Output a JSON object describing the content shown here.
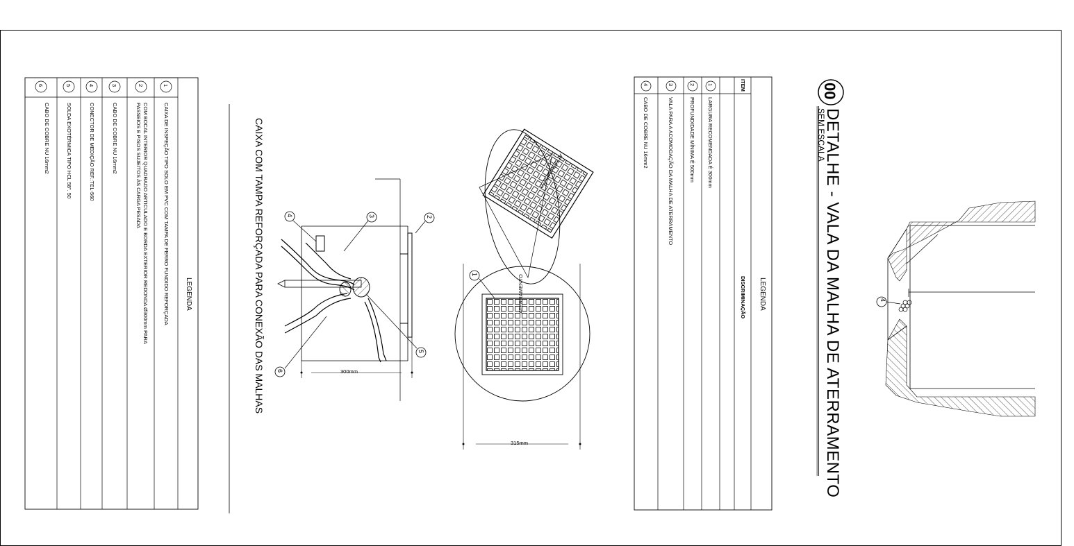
{
  "detail": {
    "number": "00",
    "title": "DETALHE - VALA DA MALHA DE ATERRAMENTO",
    "scale": "SEM ESCALA"
  },
  "legend_trench": {
    "title": "LEGENDA",
    "header_item": "ITEM",
    "header_desc": "DISCRIMINAÇÃO",
    "items": [
      {
        "num": "1",
        "text": "LARGURA RECOMENDADA É 300mm"
      },
      {
        "num": "2",
        "text": "PROFUNDIDADE MÍNIMA É 500mm"
      },
      {
        "num": "3",
        "text": "VALA PARA A ACOMODAÇÃO DA MALHA DE ATERRAMENTO"
      },
      {
        "num": "4",
        "text": "CABO DE COBRE NU 16mm2"
      }
    ]
  },
  "box_detail": {
    "caption": "CAIXA COM TAMPA REFORÇADA PARA CONEXÃO DAS MALHAS",
    "dim_box": "300mm",
    "dim_lid": "315mm",
    "lid_label": "ATERRAMENTO",
    "callouts": [
      "1",
      "2",
      "3",
      "4",
      "5",
      "6"
    ]
  },
  "legend_box": {
    "title": "LEGENDA",
    "items": [
      {
        "num": "1",
        "lines": [
          "CAIXA DE INSPEÇÃO TIPO SOLO EM PVC COM TAMPA DE FERRO FUNDIDO REFORÇADA"
        ]
      },
      {
        "num": "2",
        "lines": [
          "COM BOCAL INTERIOR QUADRADO ARTICULADO E BORDA EXTERIOR REDONDA Ø300mm PARA",
          "PASSEIOS E PISOS SUJEITOS ÀS CARGA PESADA"
        ]
      },
      {
        "num": "3",
        "lines": [
          "CABO DE COBRE NU 16mm2"
        ]
      },
      {
        "num": "4",
        "lines": [
          "CONECTOR DE MEDIÇÃO REF.:TEL-560"
        ]
      },
      {
        "num": "5",
        "lines": [
          "SOLDA EXOTÉRMICA TIPO HCL 58\". 50"
        ]
      },
      {
        "num": "6",
        "lines": [
          "CABO DE COBRE NU 16mm2"
        ]
      }
    ]
  }
}
